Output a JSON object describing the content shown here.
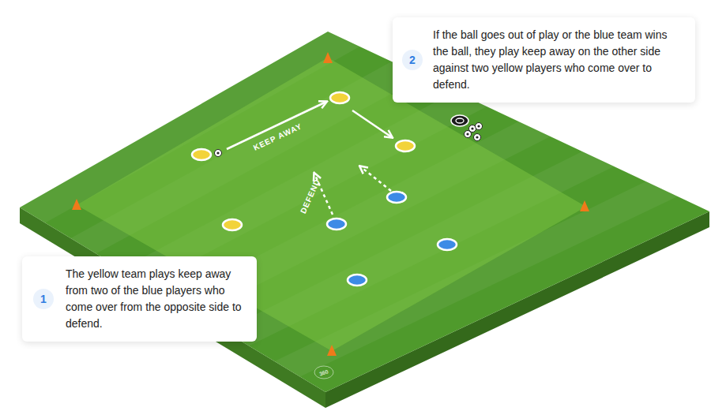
{
  "diagram": {
    "nodes": [
      {
        "text": [
          "If the ball goes out of play or the blue team wins the ball, they play keep away on the other side against two yellow players who come over to defend."
        ]
      },
      {
        "text": [
          "2"
        ],
        "in": 0
      },
      {
        "text": [
          "The yellow team plays keep away from two of the blue players who come over from the opposite side to defend."
        ]
      },
      {
        "text": [
          "1"
        ],
        "in": 2
      }
    ],
    "labels": [
      "KEEP AWAY",
      "DEFEND",
      "360"
    ]
  }
}
